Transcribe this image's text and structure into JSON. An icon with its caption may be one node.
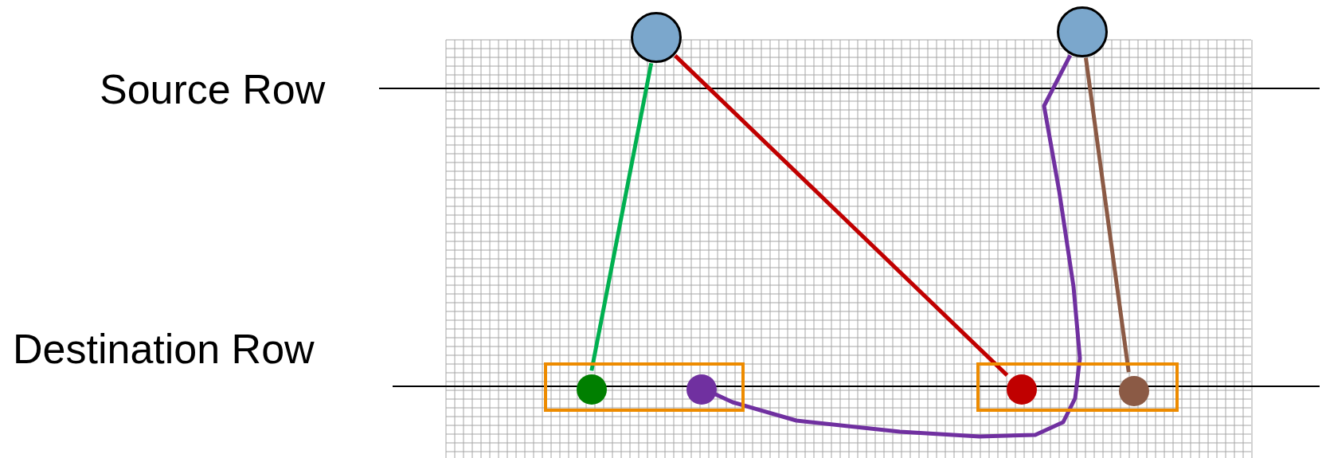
{
  "diagram": {
    "nodes": [
      {
        "text": [],
        "shape": "circle"
      },
      {
        "text": [],
        "shape": "circle"
      },
      {
        "text": [],
        "shape": "box"
      },
      {
        "text": [],
        "shape": "circle",
        "in": 2
      },
      {
        "text": [],
        "shape": "circle",
        "in": 2
      },
      {
        "text": [],
        "shape": "box"
      },
      {
        "text": [],
        "shape": "circle",
        "in": 5
      },
      {
        "text": [],
        "shape": "circle",
        "in": 5
      }
    ],
    "edges": [
      {
        "from": 0,
        "to": 3,
        "arrow": "none",
        "color": "#00b050"
      },
      {
        "from": 0,
        "to": 6,
        "arrow": "none",
        "color": "#c00000"
      },
      {
        "from": 1,
        "to": 4,
        "arrow": "none",
        "color": "#7030a0"
      },
      {
        "from": 1,
        "to": 7,
        "arrow": "none",
        "color": "#8b5a45"
      }
    ],
    "labels": [
      "Source Row",
      "Destination Row"
    ]
  }
}
